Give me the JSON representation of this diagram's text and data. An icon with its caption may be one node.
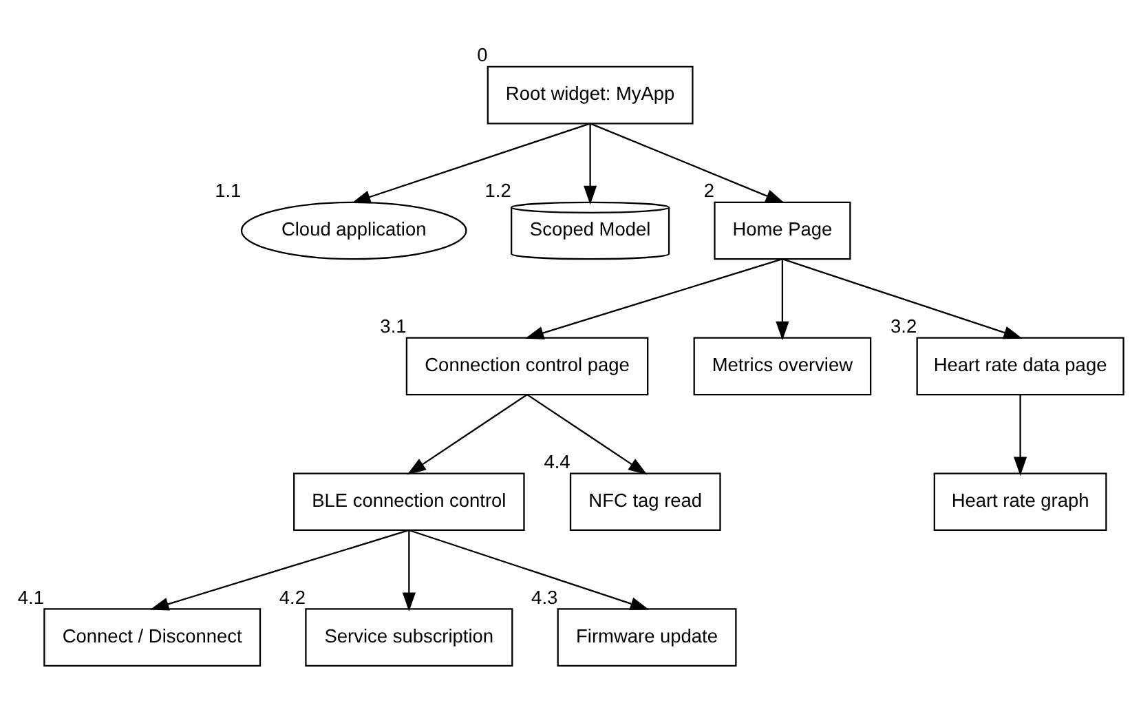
{
  "diagram": {
    "nodes": [
      {
        "text": [
          "Root widget: MyApp"
        ],
        "beside": [
          "0"
        ]
      },
      {
        "text": [
          "Cloud application"
        ],
        "beside": [
          "1.1"
        ]
      },
      {
        "text": [
          "Scoped Model"
        ],
        "beside": [
          "1.2"
        ]
      },
      {
        "text": [
          "Home Page"
        ],
        "beside": [
          "2"
        ]
      },
      {
        "text": [
          "Connection control page"
        ],
        "beside": [
          "3.1"
        ]
      },
      {
        "text": [
          "Metrics overview"
        ]
      },
      {
        "text": [
          "Heart rate data page"
        ],
        "beside": [
          "3.2"
        ]
      },
      {
        "text": [
          "BLE connection control"
        ]
      },
      {
        "text": [
          "Heart rate graph"
        ]
      },
      {
        "text": [
          "Connect / Disconnect"
        ],
        "beside": [
          "4.1"
        ]
      },
      {
        "text": [
          "Service subscription"
        ],
        "beside": [
          "4.2"
        ]
      },
      {
        "text": [
          "Firmware update"
        ],
        "beside": [
          "4.3"
        ]
      },
      {
        "text": [
          "NFC tag read"
        ],
        "beside": [
          "4.4"
        ]
      }
    ],
    "edges": [
      {
        "from": 0,
        "to": 1,
        "arrow": "to"
      },
      {
        "from": 0,
        "to": 2,
        "arrow": "to"
      },
      {
        "from": 0,
        "to": 3,
        "arrow": "to"
      },
      {
        "from": 3,
        "to": 4,
        "arrow": "to"
      },
      {
        "from": 3,
        "to": 5,
        "arrow": "to"
      },
      {
        "from": 3,
        "to": 6,
        "arrow": "to"
      },
      {
        "from": 4,
        "to": 7,
        "arrow": "to"
      },
      {
        "from": 6,
        "to": 8,
        "arrow": "to"
      },
      {
        "from": 7,
        "to": 9,
        "arrow": "to"
      },
      {
        "from": 7,
        "to": 10,
        "arrow": "to"
      },
      {
        "from": 7,
        "to": 11,
        "arrow": "to"
      },
      {
        "from": 4,
        "to": 12,
        "arrow": "to"
      }
    ]
  }
}
